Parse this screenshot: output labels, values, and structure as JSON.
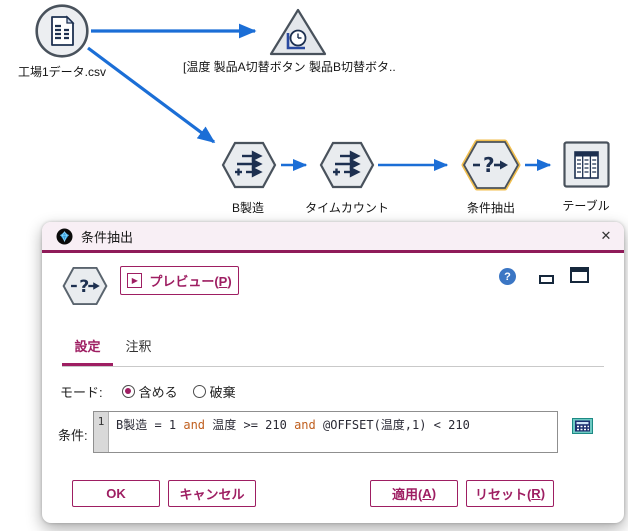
{
  "canvas": {
    "nodes": [
      {
        "label": "工場1データ.csv",
        "type": "source"
      },
      {
        "label": "[温度 製品A切替ボタン 製品B切替ボタ..",
        "type": "timeplot"
      },
      {
        "label": "B製造",
        "type": "derive"
      },
      {
        "label": "タイムカウント",
        "type": "derive"
      },
      {
        "label": "条件抽出",
        "type": "select",
        "selected": true
      },
      {
        "label": "テーブル",
        "type": "table"
      }
    ]
  },
  "dialog": {
    "title": "条件抽出",
    "preview": {
      "pre": "プレビュー(",
      "key": "P",
      "post": ")"
    },
    "tabs": [
      {
        "label": "設定",
        "active": true
      },
      {
        "label": "注釈",
        "active": false
      }
    ],
    "mode": {
      "label": "モード:",
      "options": [
        {
          "label": "含める",
          "selected": true
        },
        {
          "label": "破棄",
          "selected": false
        }
      ]
    },
    "condition": {
      "label": "条件:",
      "line_number": "1",
      "tokens": [
        {
          "text": "B製造 = 1 "
        },
        {
          "text": "and",
          "keyword": true
        },
        {
          "text": " 温度 >= 210 "
        },
        {
          "text": "and",
          "keyword": true
        },
        {
          "text": " @OFFSET(温度,1) < 210"
        }
      ]
    },
    "buttons": {
      "ok": "OK",
      "cancel": "キャンセル",
      "apply": {
        "pre": "適用(",
        "key": "A",
        "post": ")"
      },
      "reset": {
        "pre": "リセット(",
        "key": "R",
        "post": ")"
      }
    }
  },
  "icons": {
    "close": "✕",
    "help": "?",
    "play": "▶"
  },
  "colors": {
    "accent": "#9e1e62",
    "arrow_blue": "#1b6ed6",
    "node_fill": "#e9ecef",
    "node_border": "#49525c",
    "icon_navy": "#1d3050",
    "selection_highlight": "#f0be4e",
    "titlebar_bg": "#f8eff5",
    "help_blue": "#3b76c4",
    "keyword_orange": "#c05f1e"
  }
}
